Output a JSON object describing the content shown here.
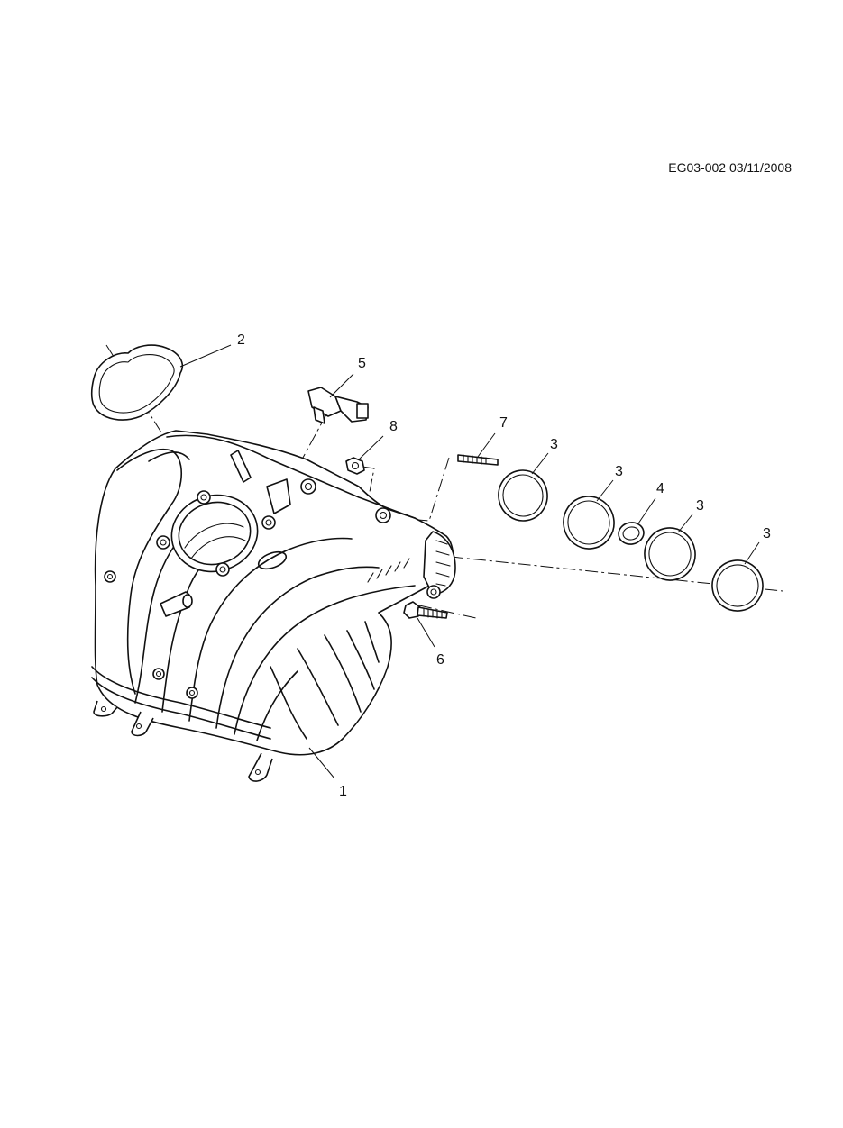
{
  "drawing": {
    "id_stamp": "EG03-002 03/11/2008"
  },
  "callouts": [
    {
      "key": "intake-manifold",
      "label": "1"
    },
    {
      "key": "throttle-gasket",
      "label": "2"
    },
    {
      "key": "port-gasket-a",
      "label": "3"
    },
    {
      "key": "port-gasket-b",
      "label": "3"
    },
    {
      "key": "port-gasket-c",
      "label": "3"
    },
    {
      "key": "port-gasket-d",
      "label": "3"
    },
    {
      "key": "small-seal",
      "label": "4"
    },
    {
      "key": "sensor",
      "label": "5"
    },
    {
      "key": "bolt",
      "label": "6"
    },
    {
      "key": "stud",
      "label": "7"
    },
    {
      "key": "nut",
      "label": "8"
    }
  ]
}
